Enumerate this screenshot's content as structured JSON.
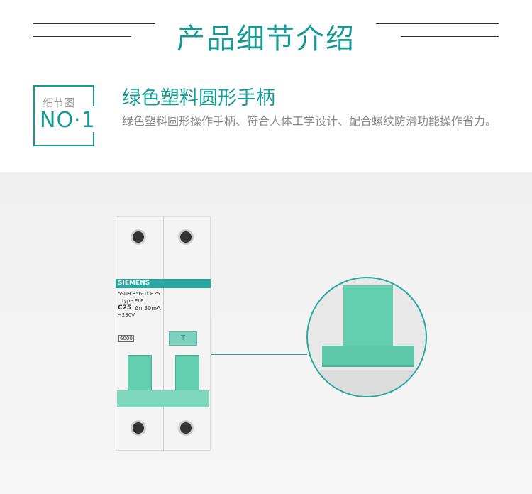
{
  "header": {
    "title": "产品细节介绍"
  },
  "detail": {
    "label": "细节图",
    "number": "NO·1",
    "heading": "绿色塑料圆形手柄",
    "description": "绿色塑料圆形操作手柄、符合人体工学设计、配合螺纹防滑功能操作省力。"
  },
  "product": {
    "brand": "SIEMENS",
    "model": "5SU9  356-1CR25",
    "type": "type ELE",
    "rating": "C25",
    "current": "Δn 30mA",
    "voltage": "~230V",
    "capacity": "6000",
    "test_button": "T"
  },
  "colors": {
    "accent": "#159a96",
    "handle": "#63cfae"
  }
}
